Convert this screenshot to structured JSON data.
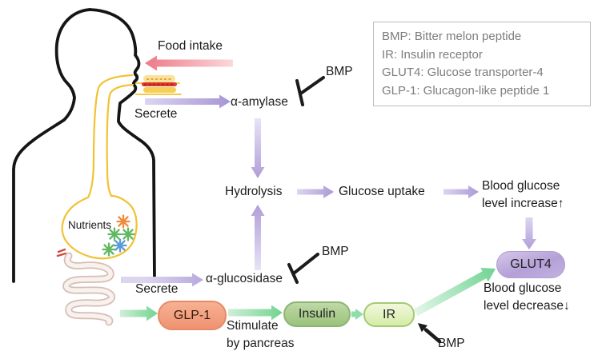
{
  "legend": {
    "items": [
      "BMP: Bitter melon peptide",
      "IR: Insulin receptor",
      "GLUT4: Glucose transporter-4",
      "GLP-1: Glucagon-like peptide 1"
    ]
  },
  "labels": {
    "food_intake": "Food intake",
    "secrete_top": "Secrete",
    "alpha_amylase": "α-amylase",
    "bmp_top": "BMP",
    "hydrolysis": "Hydrolysis",
    "glucose_uptake": "Glucose uptake",
    "bgl_increase_line1": "Blood glucose",
    "bgl_increase_line2": "level increase↑",
    "alpha_glucosidase": "α-glucosidase",
    "bmp_mid": "BMP",
    "secrete_bottom": "Secrete",
    "nutrients": "Nutrients",
    "glp1": "GLP-1",
    "stimulate_line1": "Stimulate",
    "stimulate_line2": "by pancreas",
    "insulin": "Insulin",
    "ir": "IR",
    "bmp_bottom": "BMP",
    "glut4": "GLUT4",
    "bgl_decrease_line1": "Blood glucose",
    "bgl_decrease_line2": "level decrease↓"
  },
  "flows": [
    {
      "from": "mouth",
      "to": "outside",
      "label": "Food intake",
      "type": "intake",
      "color": "#ed7a88"
    },
    {
      "from": "mouth",
      "to": "α-amylase",
      "label": "Secrete",
      "type": "secretion",
      "color": "#a795d5"
    },
    {
      "from": "BMP",
      "to": "α-amylase",
      "type": "inhibition",
      "color": "#1b1b1b"
    },
    {
      "from": "α-amylase",
      "to": "Hydrolysis",
      "type": "process",
      "color": "#b2a0d9"
    },
    {
      "from": "α-glucosidase",
      "to": "Hydrolysis",
      "type": "process",
      "color": "#b2a0d9"
    },
    {
      "from": "BMP",
      "to": "α-glucosidase",
      "type": "inhibition",
      "color": "#1b1b1b"
    },
    {
      "from": "intestine",
      "to": "α-glucosidase",
      "label": "Secrete",
      "type": "secretion",
      "color": "#a795d5"
    },
    {
      "from": "Hydrolysis",
      "to": "Glucose uptake",
      "type": "process",
      "color": "#b2a0d9"
    },
    {
      "from": "Glucose uptake",
      "to": "Blood glucose level increase",
      "type": "process",
      "color": "#b2a0d9"
    },
    {
      "from": "Blood glucose level increase",
      "to": "GLUT4",
      "type": "process",
      "color": "#b2a0d9"
    },
    {
      "from": "intestine",
      "to": "GLP-1",
      "type": "stimulation",
      "color": "#72d48f"
    },
    {
      "from": "GLP-1",
      "to": "Insulin",
      "label": "Stimulate by pancreas",
      "type": "stimulation",
      "color": "#72d48f"
    },
    {
      "from": "Insulin",
      "to": "IR",
      "type": "stimulation",
      "color": "#72d48f"
    },
    {
      "from": "IR",
      "to": "GLUT4",
      "type": "stimulation",
      "color": "#6fd392"
    },
    {
      "from": "BMP",
      "to": "IR",
      "type": "activation",
      "color": "#1b1b1b"
    }
  ],
  "colors": {
    "food_arrow": "#ed7a88",
    "enzyme_arrow": "#a795d5",
    "signal_arrow": "#72d48f",
    "inhibitor_black": "#1b1b1b",
    "glp1_fill": "#f2a184",
    "insulin_fill": "#a9cd8b",
    "ir_fill": "#e2f2bb",
    "glut4_fill": "#bda9db",
    "body_outline": "#151515",
    "stomach_outline": "#f2c233",
    "intestine_outline": "#d6beb6",
    "legend_text": "#7d7d7d",
    "nutrient_colors": [
      "#ef8c3d",
      "#62b862",
      "#5b9bd5"
    ]
  }
}
